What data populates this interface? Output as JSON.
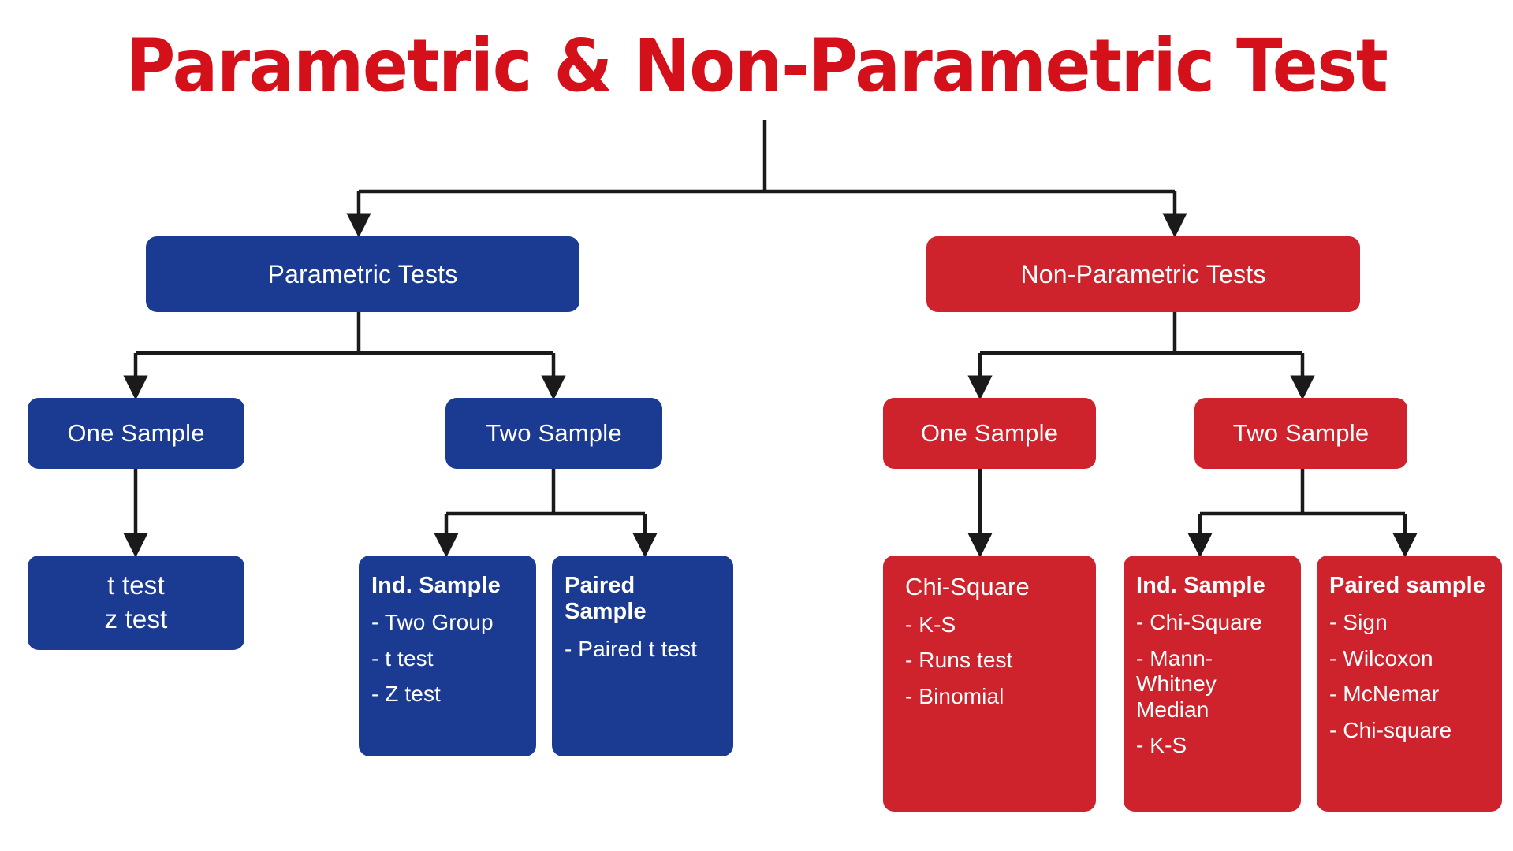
{
  "title": "Parametric & Non-Parametric Test",
  "colors": {
    "title_red": "#d4111b",
    "parametric_blue": "#1b3a92",
    "nonparametric_red": "#ce222c",
    "connector_black": "#1a1a1a",
    "text_white": "#ffffff",
    "background": "#ffffff"
  },
  "tree": {
    "root_label": "Parametric & Non-Parametric Test",
    "branches": [
      {
        "id": "parametric",
        "color": "blue",
        "heading": "Parametric Tests",
        "children": [
          {
            "id": "param-one-sample",
            "label": "One Sample",
            "children": [
              {
                "id": "param-t-z-test",
                "lines": [
                  "t test",
                  "z test"
                ]
              }
            ]
          },
          {
            "id": "param-two-sample",
            "label": "Two Sample",
            "children": [
              {
                "id": "param-ind-sample",
                "heading": "Ind. Sample",
                "heading_bold": true,
                "items": [
                  "- Two Group",
                  "- t test",
                  "- Z test"
                ]
              },
              {
                "id": "param-paired-sample",
                "heading": "Paired Sample",
                "heading_bold": true,
                "items": [
                  "- Paired t test"
                ]
              }
            ]
          }
        ]
      },
      {
        "id": "non-parametric",
        "color": "red",
        "heading": "Non-Parametric Tests",
        "children": [
          {
            "id": "nonparam-one-sample",
            "label": "One Sample",
            "children": [
              {
                "id": "nonparam-chi-square",
                "heading": "Chi-Square",
                "heading_bold": false,
                "items": [
                  "- K-S",
                  "- Runs test",
                  "- Binomial"
                ]
              }
            ]
          },
          {
            "id": "nonparam-two-sample",
            "label": "Two Sample",
            "children": [
              {
                "id": "nonparam-ind-sample",
                "heading": "Ind. Sample",
                "heading_bold": true,
                "items": [
                  "- Chi-Square",
                  "- Mann-Whitney Median",
                  "- K-S"
                ]
              },
              {
                "id": "nonparam-paired-sample",
                "heading": "Paired sample",
                "heading_bold": true,
                "items": [
                  "- Sign",
                  "- Wilcoxon",
                  "- McNemar",
                  "- Chi-square"
                ]
              }
            ]
          }
        ]
      }
    ]
  },
  "nodes": {
    "parametric_tests": {
      "label": "Parametric Tests"
    },
    "nonparametric_tests": {
      "label": "Non-Parametric Tests"
    },
    "param_one_sample": {
      "label": "One Sample"
    },
    "param_two_sample": {
      "label": "Two Sample"
    },
    "nonparam_one_sample": {
      "label": "One Sample"
    },
    "nonparam_two_sample": {
      "label": "Two Sample"
    },
    "param_tz": {
      "line1": "t test",
      "line2": "z test"
    },
    "param_ind_sample": {
      "heading": "Ind. Sample",
      "item1": "- Two Group",
      "item2": "- t test",
      "item3": "- Z test"
    },
    "param_paired_sample": {
      "heading": "Paired Sample",
      "item1": "- Paired t test"
    },
    "nonparam_chi_square": {
      "heading": "Chi-Square",
      "item1": "- K-S",
      "item2": "- Runs test",
      "item3": "- Binomial"
    },
    "nonparam_ind_sample": {
      "heading": "Ind. Sample",
      "item1": "- Chi-Square",
      "item2": "- Mann-Whitney Median",
      "item3": "- K-S"
    },
    "nonparam_paired_sample": {
      "heading": "Paired sample",
      "item1": "- Sign",
      "item2": "- Wilcoxon",
      "item3": "- McNemar",
      "item4": "- Chi-square"
    }
  }
}
